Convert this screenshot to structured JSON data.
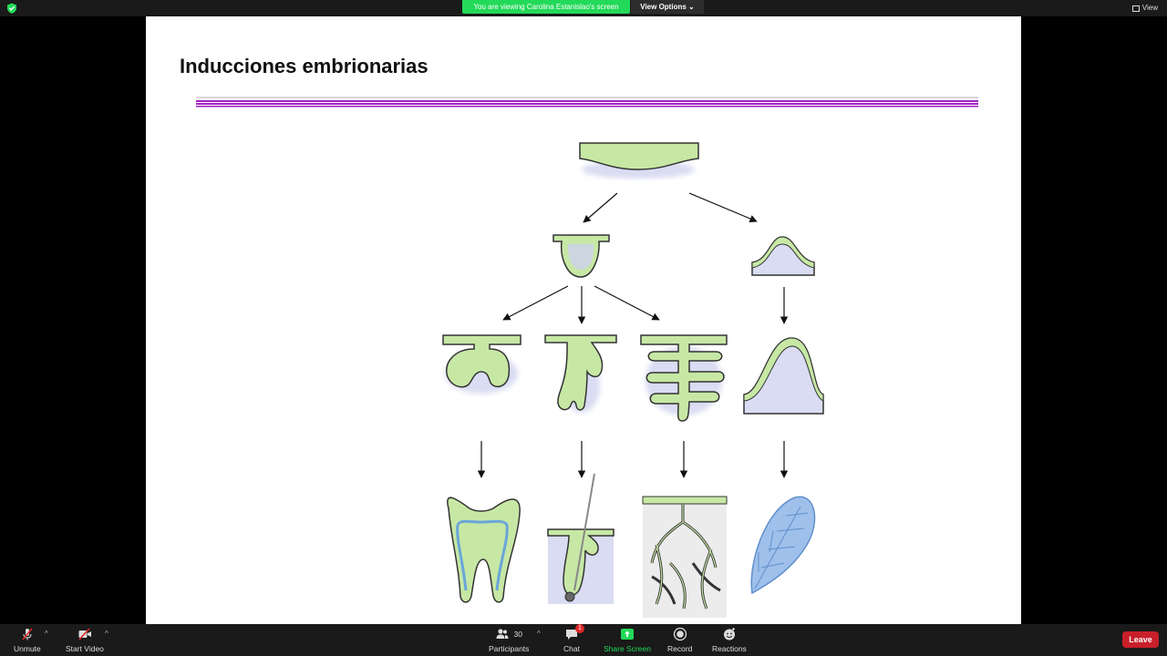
{
  "banner": {
    "viewing_text": "You are viewing Carolina Estanislao's screen",
    "view_options": "View Options",
    "view_right": "View"
  },
  "slide": {
    "title": "Inducciones embrionarias"
  },
  "toolbar": {
    "unmute": "Unmute",
    "start_video": "Start Video",
    "participants_label": "Participants",
    "participants_count": "30",
    "chat_label": "Chat",
    "chat_badge": "1",
    "share_label": "Share Screen",
    "record_label": "Record",
    "reactions_label": "Reactions",
    "leave": "Leave"
  },
  "colors": {
    "share_green": "#23d959",
    "leave_red": "#c8202a",
    "tissue_green": "#c7e8a5",
    "mesenchyme_blue": "#d9dcf2",
    "title_rule_purple": "#a020c0"
  },
  "icons": [
    "shield-icon",
    "mic-off-icon",
    "video-off-icon",
    "participants-icon",
    "chat-icon",
    "share-screen-icon",
    "record-icon",
    "reactions-icon",
    "grid-view-icon"
  ]
}
